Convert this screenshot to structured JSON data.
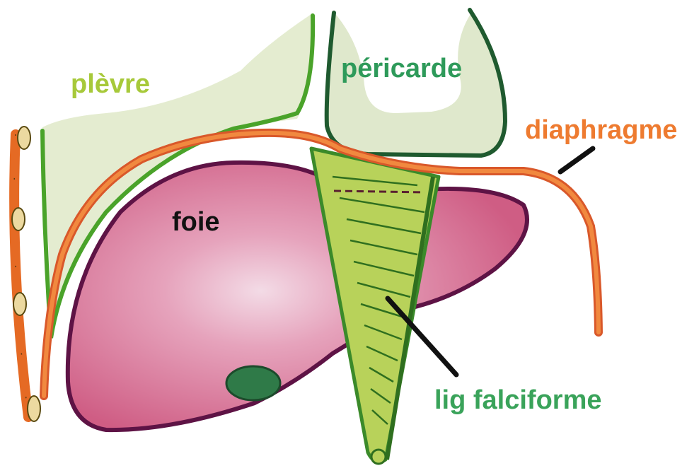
{
  "labels": {
    "plevre": "plèvre",
    "pericarde": "péricarde",
    "diaphragme": "diaphragme",
    "foie": "foie",
    "lig_falciforme": "lig falciforme"
  },
  "colors": {
    "plevre": "#a7c93a",
    "pericarde": "#2e9a5a",
    "diaphragme": "#ee7b30",
    "foie": "#111111",
    "lig_falciforme": "#3aa35a",
    "liver_fill": "#d76a8e",
    "liver_outline": "#5e1345",
    "pleura_fill": "#e4ecd0",
    "pleura_line": "#4aa32a",
    "pericardium_line": "#1f5a2f",
    "ligament_fill": "#b8d25a",
    "ligament_line": "#3b8a2a",
    "pointer": "#111111"
  }
}
